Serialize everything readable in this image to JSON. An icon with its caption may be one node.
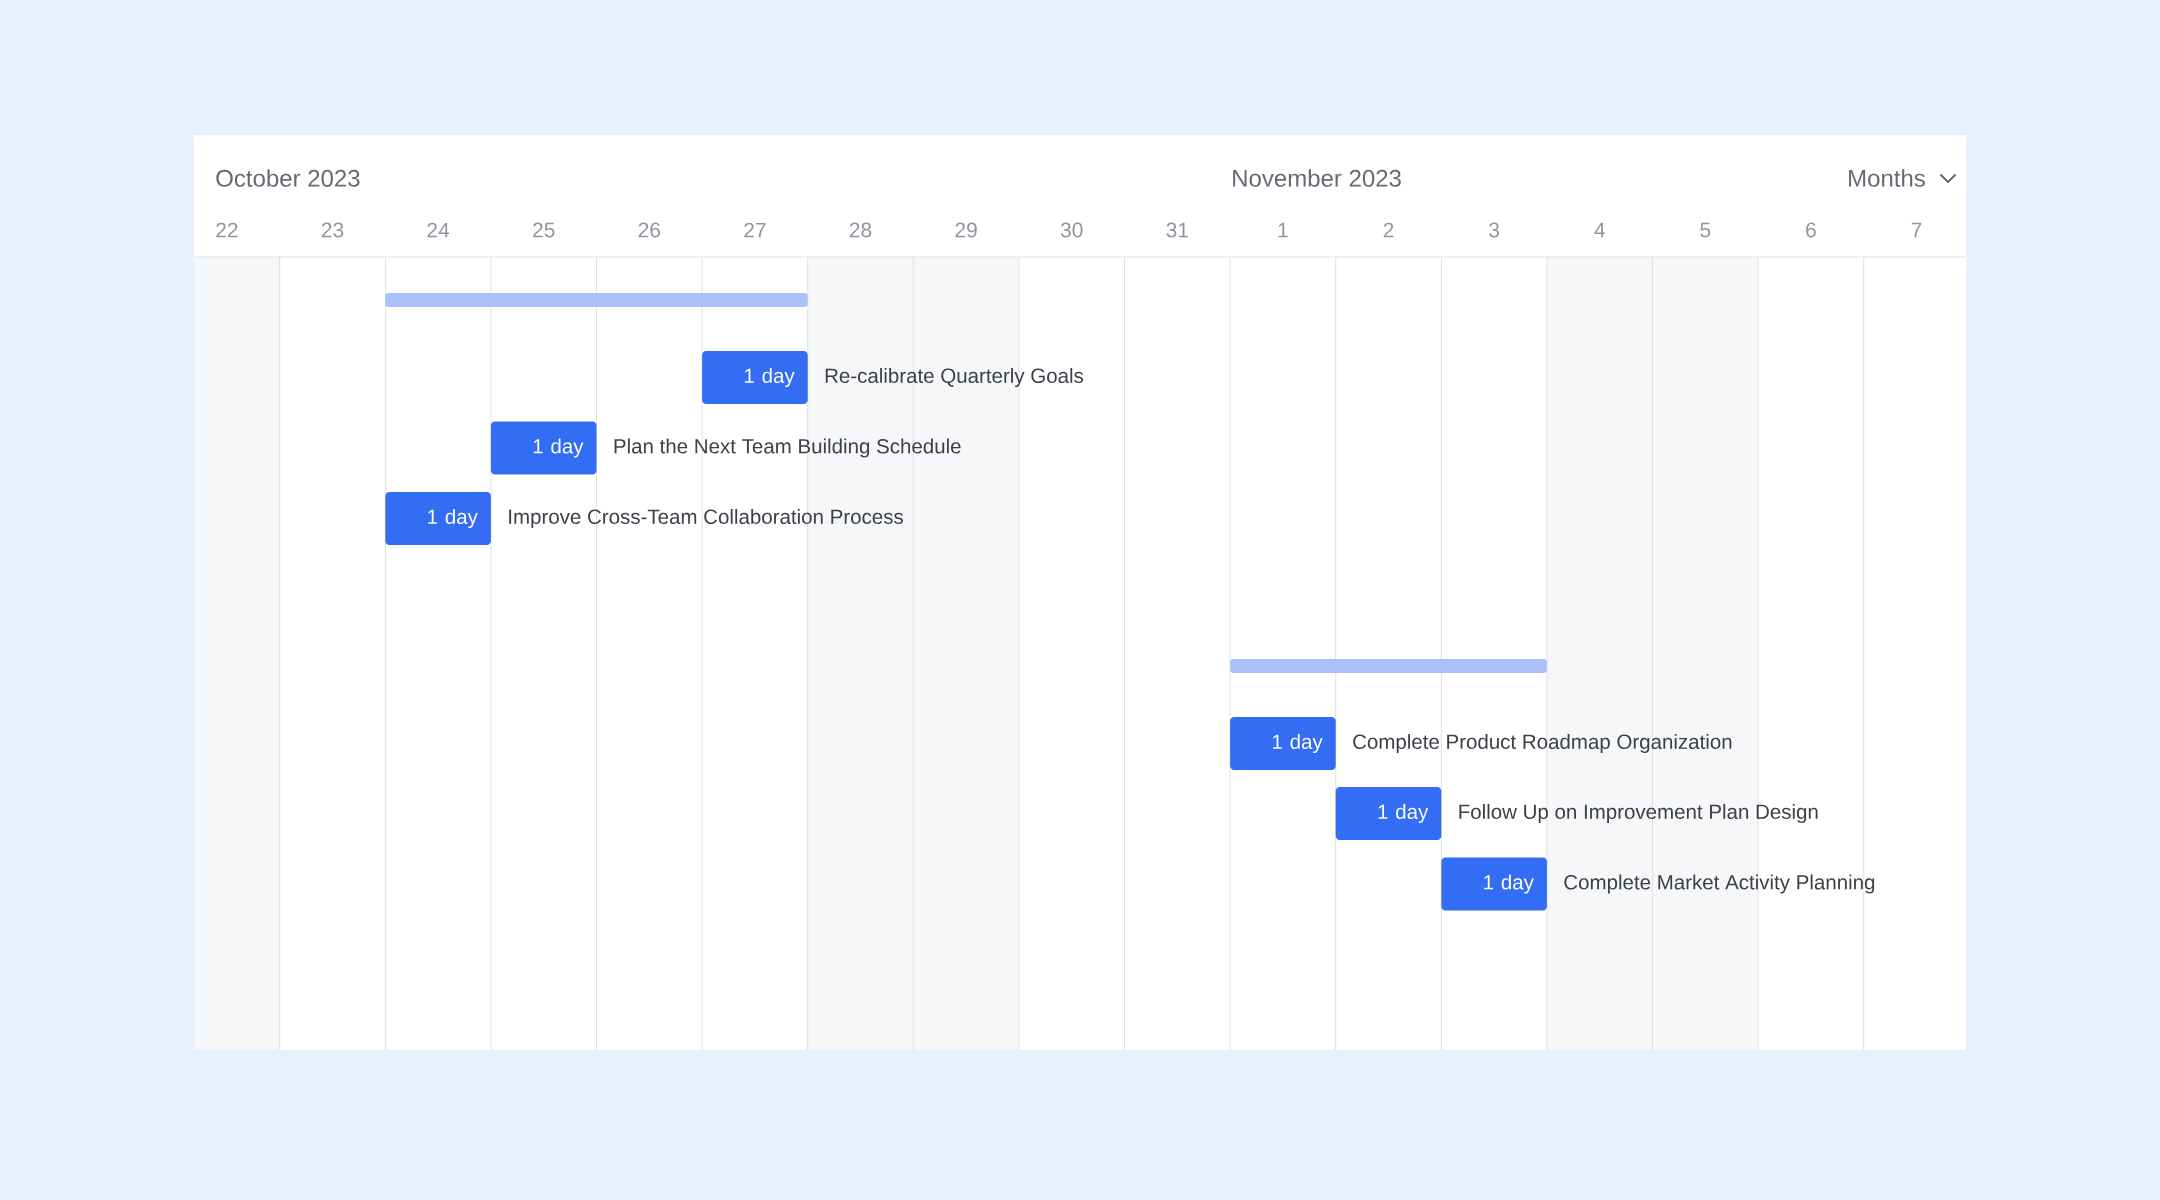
{
  "diagram": {
    "nodes": [
      {
        "text": [],
        "shape": "bar"
      },
      {
        "text": [
          "1 day"
        ],
        "beside": [
          "Re-calibrate Quarterly Goals"
        ]
      },
      {
        "text": [
          "1 day"
        ],
        "beside": [
          "Plan the Next Team Building Schedule"
        ]
      },
      {
        "text": [
          "1 day"
        ],
        "beside": [
          "Improve Cross-Team Collaboration Process"
        ]
      },
      {
        "text": [],
        "shape": "bar"
      },
      {
        "text": [
          "1 day"
        ],
        "beside": [
          "Complete Product Roadmap Organization"
        ]
      },
      {
        "text": [
          "1 day"
        ],
        "beside": [
          "Follow Up on Improvement Plan Design"
        ]
      },
      {
        "text": [
          "1 day"
        ],
        "beside": [
          "Complete Market Activity Planning"
        ]
      }
    ],
    "labels": [
      "October 2023",
      "November 2023",
      "Months",
      "22",
      "23",
      "24",
      "25",
      "26",
      "27",
      "28",
      "29",
      "30",
      "31",
      "1",
      "2",
      "3",
      "4",
      "5",
      "6",
      "7"
    ]
  }
}
